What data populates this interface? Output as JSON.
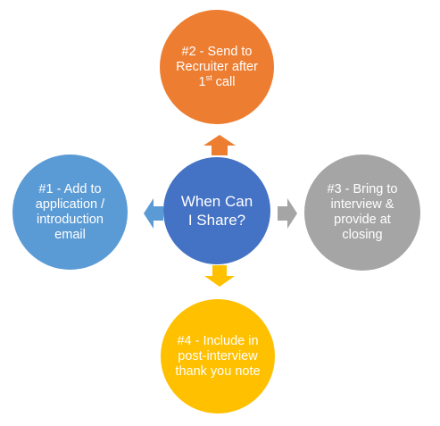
{
  "center": {
    "label": "When Can I Share?",
    "color": "#4472C4"
  },
  "top": {
    "label_prefix": "#2 - Send to Recruiter after 1",
    "label_sup": "st",
    "label_suffix": " call",
    "color": "#ED7D31"
  },
  "left": {
    "label": "#1 - Add to application / introduction email",
    "color": "#5B9BD5"
  },
  "right": {
    "label": "#3 - Bring to interview & provide at closing",
    "color": "#A5A5A5"
  },
  "bottom": {
    "label": "#4 - Include in post-interview thank you note",
    "color": "#FFC000"
  },
  "icons": [
    "arrow-up-icon",
    "arrow-left-icon",
    "arrow-right-icon",
    "arrow-down-icon"
  ]
}
